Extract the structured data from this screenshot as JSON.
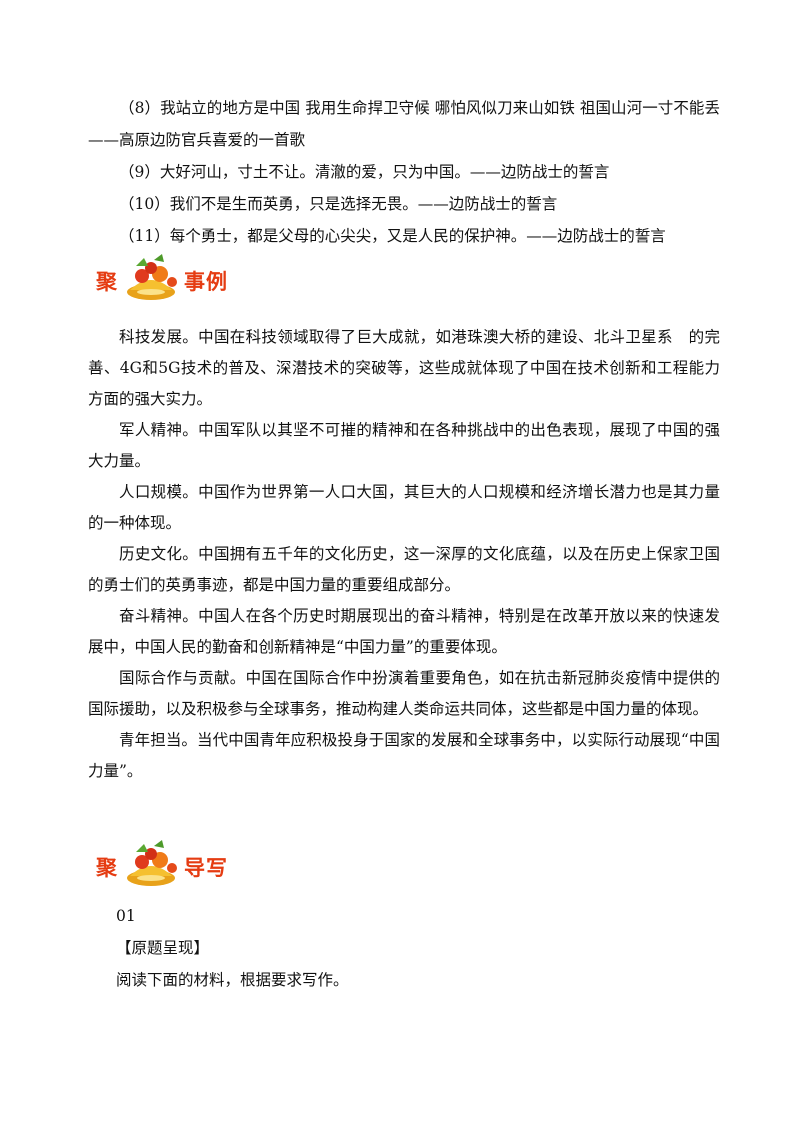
{
  "quotes": [
    "（8）我站立的地方是中国 我用生命捍卫守候 哪怕风似刀来山如铁 祖国山河一寸不能丢 ——高原边防官兵喜爱的一首歌",
    "（9）大好河山，寸土不让。清澈的爱，只为中国。——边防战士的誓言",
    "（10）我们不是生而英勇，只是选择无畏。——边防战士的誓言",
    "（11）每个勇士，都是父母的心尖尖，又是人民的保护神。——边防战士的誓言"
  ],
  "section_examples": {
    "prefix": "聚",
    "label": "事例",
    "icon": "gold-ingot-fruit-icon",
    "paragraphs": [
      "科技发展。中国在科技领域取得了巨大成就，如港珠澳大桥的建设、北斗卫星系　的完善、4G和5G技术的普及、深潜技术的突破等，这些成就体现了中国在技术创新和工程能力方面的强大实力。",
      "军人精神。中国军队以其坚不可摧的精神和在各种挑战中的出色表现，展现了中国的强大力量。",
      "人口规模。中国作为世界第一人口大国，其巨大的人口规模和经济增长潜力也是其力量的一种体现。",
      "历史文化。中国拥有五千年的文化历史，这一深厚的文化底蕴，以及在历史上保家卫国的勇士们的英勇事迹，都是中国力量的重要组成部分。",
      "奋斗精神。中国人在各个历史时期展现出的奋斗精神，特别是在改革开放以来的快速发展中，中国人民的勤奋和创新精神是“中国力量”的重要体现。",
      "国际合作与贡献。中国在国际合作中扮演着重要角色，如在抗击新冠肺炎疫情中提供的国际援助，以及积极参与全球事务，推动构建人类命运共同体，这些都是中国力量的体现。",
      "青年担当。当代中国青年应积极投身于国家的发展和全球事务中，以实际行动展现“中国力量”。"
    ]
  },
  "section_guide": {
    "prefix": "聚",
    "label": "导写",
    "icon": "gold-ingot-fruit-icon",
    "number": "01",
    "subheading": "【原题呈现】",
    "instruction": "阅读下面的材料，根据要求写作。"
  },
  "colors": {
    "heading": "#e53c12",
    "text": "#111111"
  }
}
